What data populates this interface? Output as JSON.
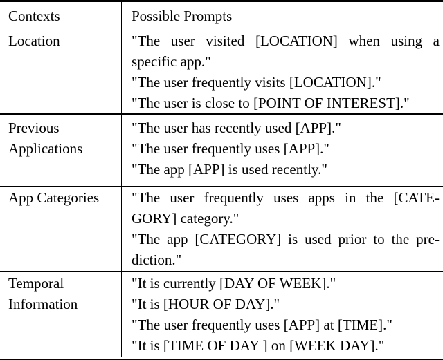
{
  "colors": {
    "background": "#ffffff",
    "text": "#000000",
    "rule": "#000000"
  },
  "table": {
    "header": {
      "contexts": "Contexts",
      "prompts": "Possible Prompts"
    },
    "rows": [
      {
        "context_lines": [
          "Location"
        ],
        "prompts": [
          {
            "lines": [
              "\"The user visited [LOCATION] when using a",
              "specific app.\""
            ]
          },
          {
            "lines": [
              "\"The user frequently visits [LOCATION].\""
            ]
          },
          {
            "lines": [
              "\"The user is close to [POINT OF INTEREST].\""
            ]
          }
        ]
      },
      {
        "context_lines": [
          "Previous",
          "Applications"
        ],
        "prompts": [
          {
            "lines": [
              "\"The user has recently used [APP].\""
            ]
          },
          {
            "lines": [
              "\"The user frequently uses [APP].\""
            ]
          },
          {
            "lines": [
              "\"The app [APP] is used recently.\""
            ]
          }
        ]
      },
      {
        "context_lines": [
          "App Categories"
        ],
        "prompts": [
          {
            "lines": [
              "\"The user frequently uses apps in the [CATE-",
              "GORY] category.\""
            ]
          },
          {
            "lines": [
              "\"The app [CATEGORY] is used prior to the pre-",
              "diction.\""
            ]
          }
        ]
      },
      {
        "context_lines": [
          "Temporal",
          "Information"
        ],
        "prompts": [
          {
            "lines": [
              "\"It is currently [DAY OF WEEK].\""
            ]
          },
          {
            "lines": [
              "\"It is [HOUR OF DAY].\""
            ]
          },
          {
            "lines": [
              "\"The user frequently uses [APP] at [TIME].\""
            ]
          },
          {
            "lines": [
              "\"It is [TIME OF DAY ] on [WEEK DAY].\""
            ]
          }
        ]
      }
    ]
  }
}
